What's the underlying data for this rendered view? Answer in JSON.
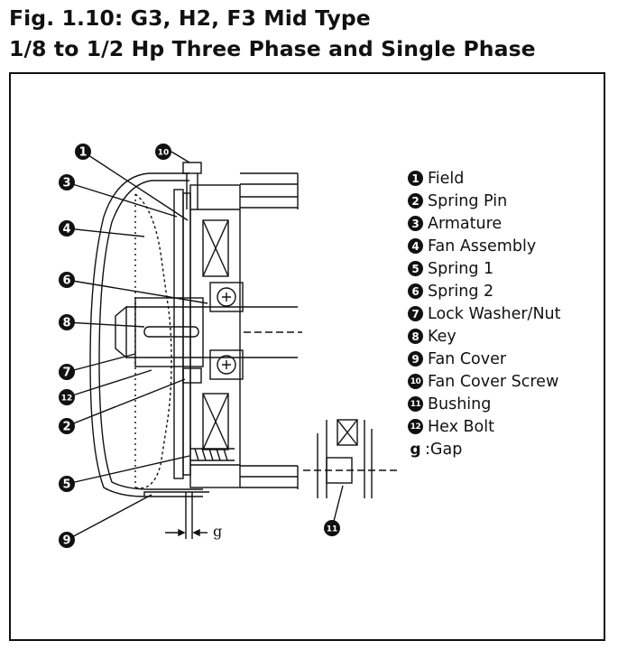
{
  "title": {
    "line1": "Fig. 1.10: G3, H2, F3 Mid Type",
    "line2": "1/8 to 1/2 Hp Three Phase and Single Phase"
  },
  "legend": [
    {
      "num": "1",
      "label": "Field"
    },
    {
      "num": "2",
      "label": "Spring Pin"
    },
    {
      "num": "3",
      "label": "Armature"
    },
    {
      "num": "4",
      "label": "Fan Assembly"
    },
    {
      "num": "5",
      "label": "Spring 1"
    },
    {
      "num": "6",
      "label": "Spring 2"
    },
    {
      "num": "7",
      "label": "Lock Washer/Nut"
    },
    {
      "num": "8",
      "label": "Key"
    },
    {
      "num": "9",
      "label": "Fan Cover"
    },
    {
      "num": "10",
      "label": "Fan Cover Screw"
    },
    {
      "num": "11",
      "label": "Bushing"
    },
    {
      "num": "12",
      "label": "Hex Bolt"
    }
  ],
  "gap_legend": {
    "key": "g",
    "separator": ":",
    "label": "Gap"
  },
  "callouts": {
    "c1": "1",
    "c2": "2",
    "c3": "3",
    "c4": "4",
    "c5": "5",
    "c6": "6",
    "c7": "7",
    "c8": "8",
    "c9": "9",
    "c10": "10",
    "c11": "11",
    "c12": "12"
  },
  "gap_mark": "g"
}
